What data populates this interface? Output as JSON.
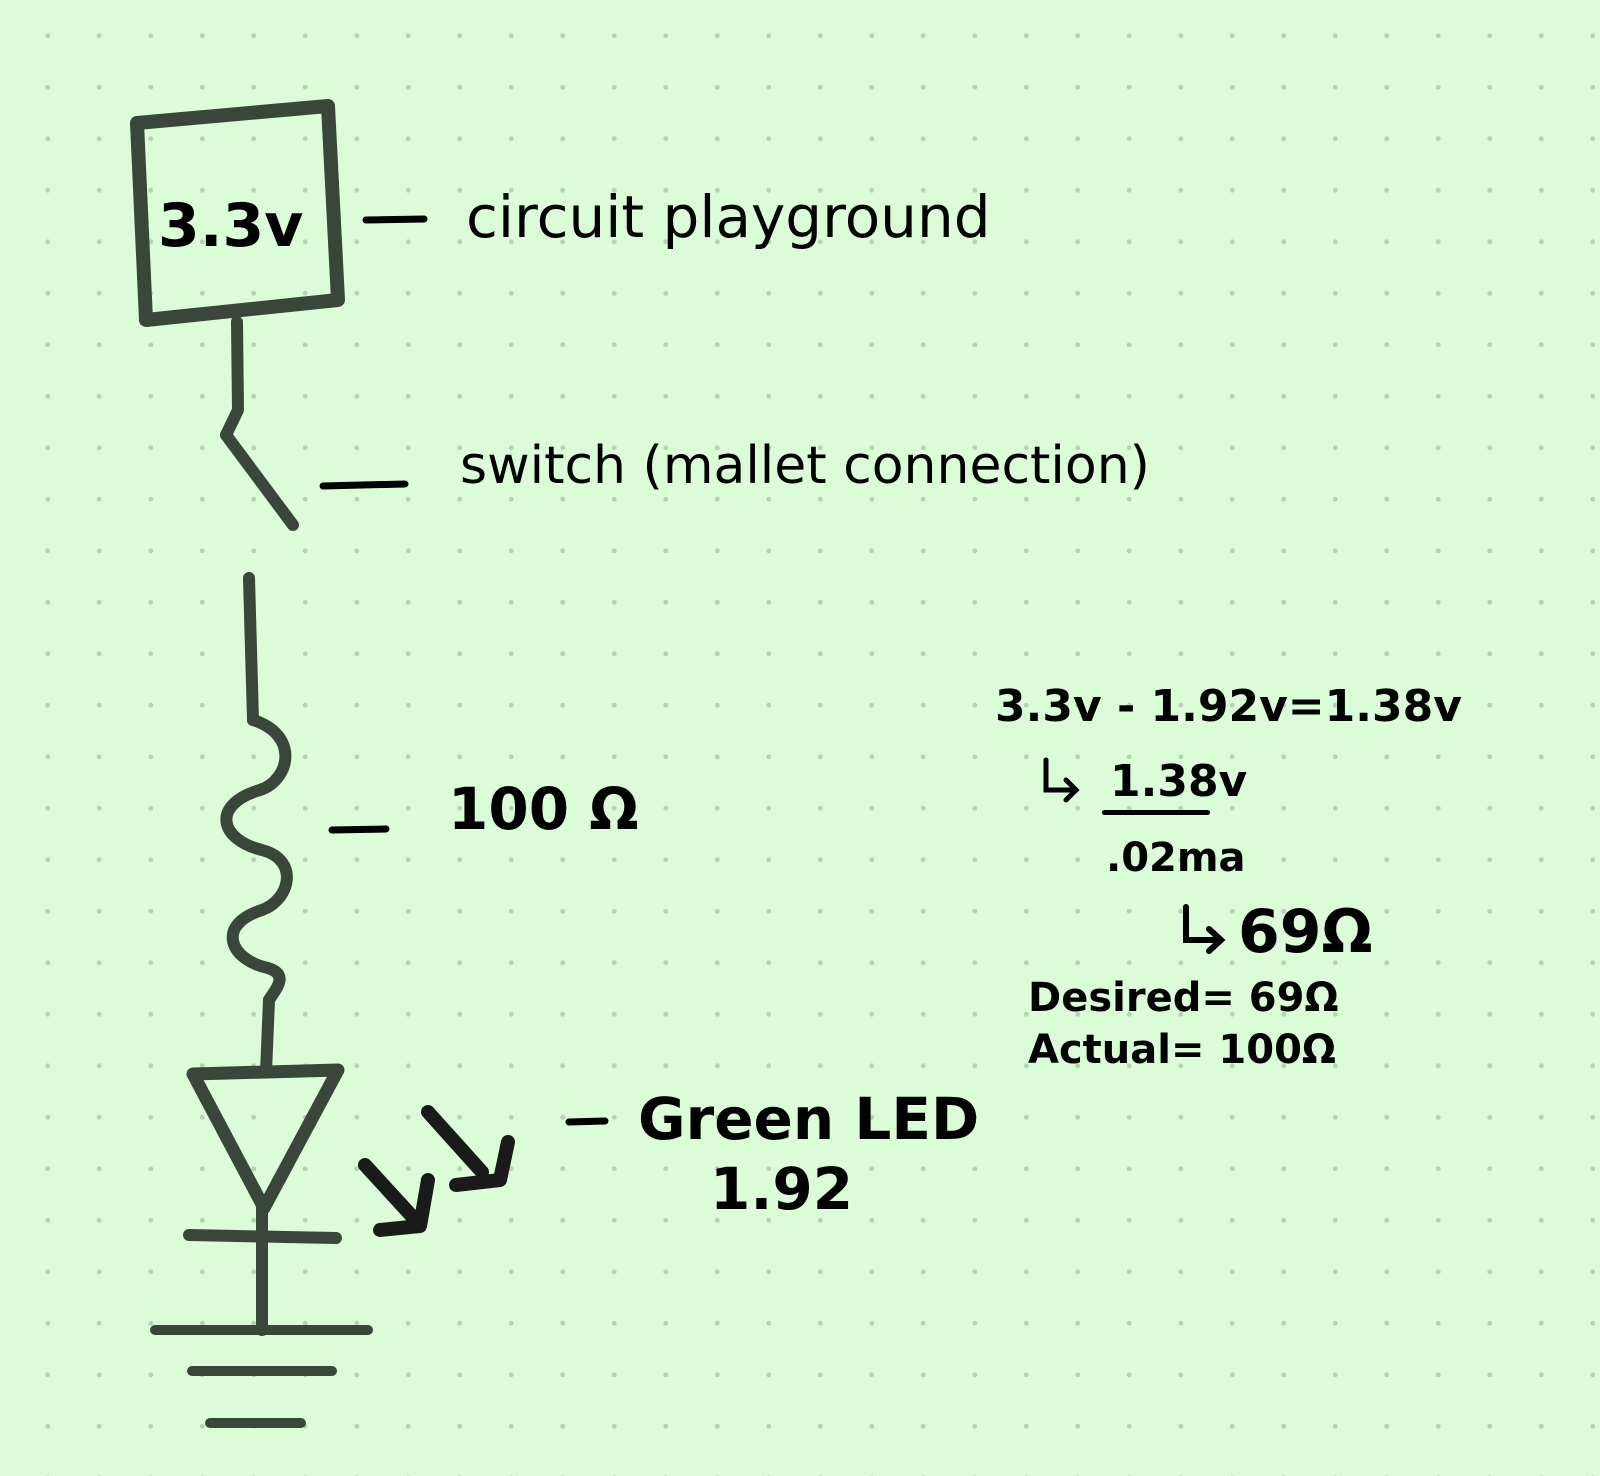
{
  "diagram": {
    "source": {
      "value": "3.3v",
      "label": "circuit playground"
    },
    "switch": {
      "label": "switch (mallet connection)"
    },
    "resistor": {
      "label": "100 Ω"
    },
    "led": {
      "label": "Green LED",
      "voltage": "1.92"
    }
  },
  "calculation": {
    "line1": "3.3v - 1.92v=1.38v",
    "numerator": "1.38v",
    "denominator": ".02ma",
    "result": "69Ω",
    "desired": "Desired= 69Ω",
    "actual": "Actual= 100Ω"
  },
  "colors": {
    "background": "#dafcd7",
    "wire": "#3b463a",
    "ink": "#000000"
  }
}
